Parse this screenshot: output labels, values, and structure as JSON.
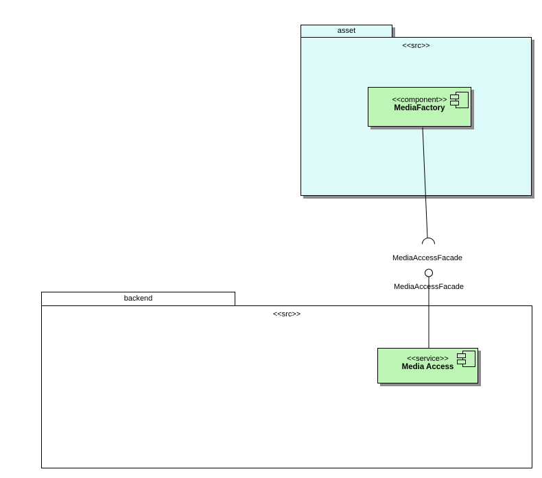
{
  "diagram": {
    "title": "uml-component-diagram",
    "packages": {
      "asset": {
        "name": "asset",
        "stereotype": "<<src>>"
      },
      "backend": {
        "name": "backend",
        "stereotype": "<<src>>"
      }
    },
    "components": {
      "media_factory": {
        "stereotype": "<<component>>",
        "name": "MediaFactory"
      },
      "media_access": {
        "stereotype": "<<service>>",
        "name": "Media Access"
      }
    },
    "connectors": {
      "required_interface": {
        "notation": "socket",
        "label": "MediaAccessFacade"
      },
      "provided_interface": {
        "notation": "ball",
        "label": "MediaAccessFacade"
      }
    },
    "icons": {
      "component_icon": "uml-component-glyph"
    },
    "colors": {
      "package_fill": "#dcfafa",
      "component_fill": "#bcf5b4",
      "backend_fill": "#ffffff",
      "shadow": "#8c8c8c",
      "line": "#000000",
      "canvas": "#ffffff"
    }
  }
}
